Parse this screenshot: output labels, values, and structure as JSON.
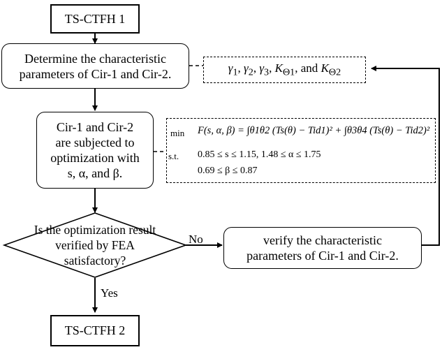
{
  "nodes": {
    "start": "TS-CTFH 1",
    "determine": {
      "line1": "Determine the characteristic",
      "line2": "parameters  of Cir-1 and Cir-2."
    },
    "params": {
      "g1": "γ",
      "s1": "1",
      "g2": "γ",
      "s2": "2",
      "g3": "γ",
      "s3": "3",
      "k1": "K",
      "ks1": "Θ1",
      "and": "and",
      "k2": "K",
      "ks2": "Θ2"
    },
    "optimize": {
      "line1": "Cir-1 and Cir-2",
      "line2": "are subjected to",
      "line3": "optimization with",
      "line4": "s, α, and β."
    },
    "formula": {
      "min_label": "min",
      "objective": "F(s, α, β) = ∫θ1θ2 (Ts(θ) − Tid1)² + ∫θ3θ4 (Ts(θ) − Tid2)²",
      "st_label": "s.t.",
      "constraint1": "0.85 ≤ s ≤ 1.15,  1.48 ≤ α ≤ 1.75",
      "constraint2": "0.69 ≤ β ≤ 0.87"
    },
    "decision": {
      "line1": "Is the optimization result",
      "line2": "verified by FEA",
      "line3": "satisfactory?"
    },
    "verify": {
      "line1": "verify the characteristic",
      "line2": "parameters  of Cir-1 and Cir-2."
    },
    "end": "TS-CTFH 2"
  },
  "edges": {
    "no_label": "No",
    "yes_label": "Yes"
  }
}
